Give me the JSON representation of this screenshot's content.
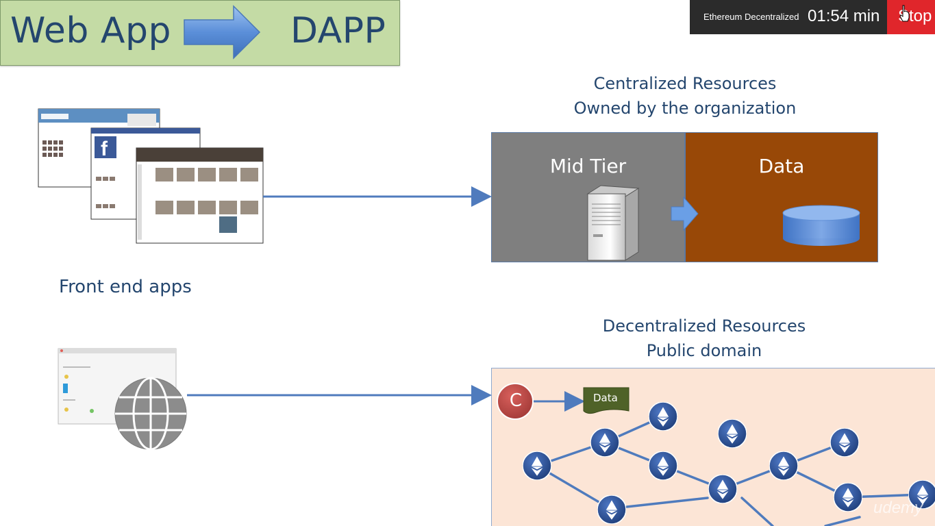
{
  "title": {
    "left_text": "Web App",
    "right_text": "DAPP"
  },
  "recording": {
    "title": "Ethereum  Decentralized",
    "timer": "01:54 min",
    "stop_label": "Stop"
  },
  "central": {
    "heading_line1": "Centralized Resources",
    "heading_line2": "Owned by the organization",
    "midtier_label": "Mid Tier",
    "data_label": "Data"
  },
  "frontend": {
    "label": "Front end apps"
  },
  "decentral": {
    "heading_line1": "Decentralized Resources",
    "heading_line2": "Public domain",
    "contract_letter": "C",
    "data_tag": "Data"
  },
  "watermark": "udemy",
  "colors": {
    "heading_text": "#24466e",
    "banner_bg": "#c4dba5",
    "midtier_bg": "#7f7f7f",
    "data_bg": "#984807",
    "network_bg": "#fce5d6",
    "connector_blue": "#4f7bbd",
    "stop_red": "#e0262b",
    "contract_red": "#c0504d",
    "data_tag_green": "#4f6228"
  },
  "icons": {
    "title_arrow": "right-arrow-icon",
    "server": "server-icon",
    "database": "database-icon",
    "globe": "globe-icon",
    "eth_node": "ethereum-icon",
    "cursor": "cursor-icon"
  }
}
